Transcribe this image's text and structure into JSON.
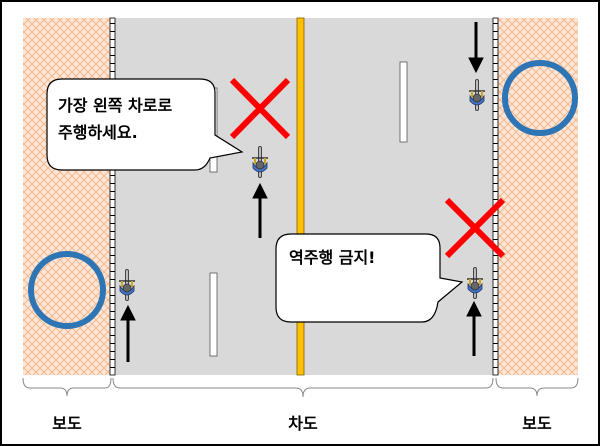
{
  "bubbles": {
    "left_lane_line1": "가장 왼쪽 차로로",
    "left_lane_line2": "주행하세요.",
    "no_wrong_way": "역주행 금지!"
  },
  "labels": {
    "sidewalk_left": "보도",
    "roadway": "차도",
    "sidewalk_right": "보도"
  },
  "colors": {
    "road": "#d9d9d9",
    "sidewalk": "#fbe5d6",
    "sidewalk_hatch": "#f4b183",
    "center_line": "#ffc000",
    "forbidden_x": "#ff0000",
    "circle": "#2e75b6"
  },
  "icons": [
    "cyclist-icon",
    "forbidden-x-icon",
    "direction-arrow-icon",
    "circle-icon"
  ]
}
